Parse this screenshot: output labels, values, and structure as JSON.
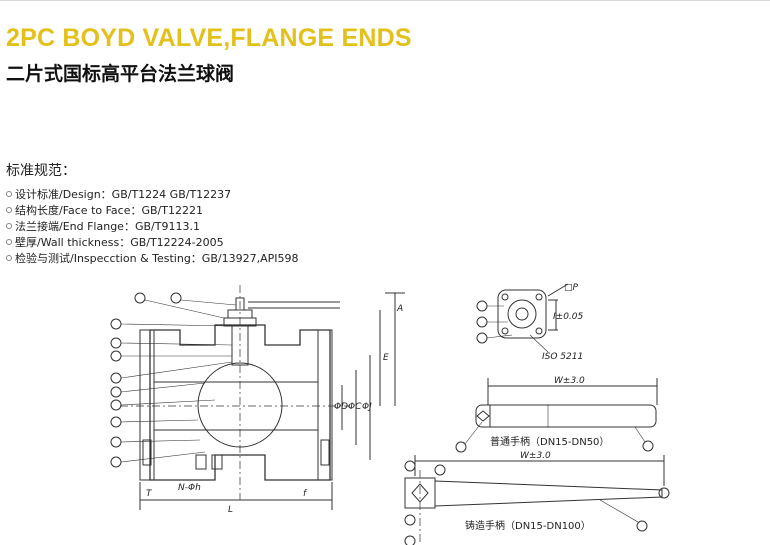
{
  "title_en": "2PC BOYD VALVE,FLANGE ENDS",
  "title_cn": "二片式国标高平台法兰球阀",
  "standards": {
    "heading": "标准规范：",
    "items": [
      "设计标准/Design：GB/T1224  GB/T12237",
      "结构长度/Face to Face：GB/T12221",
      "法兰接端/End Flange：GB/T9113.1",
      "壁厚/Wall thickness：GB/T12224-2005",
      "检验与测试/Inspecction & Testing：GB/13927,API598"
    ]
  },
  "colors": {
    "title_en": "#e3c01a",
    "title_cn": "#111111",
    "drawing_line": "#333333"
  },
  "drawing": {
    "main_view": {
      "dims": {
        "A": "A",
        "E": "E",
        "phi_d": "ΦD",
        "phi_c": "ΦC",
        "phi_j": "ΦJ",
        "t": "T",
        "f": "f",
        "l": "L",
        "n_phi_h": "N-Φh"
      }
    },
    "top_view": {
      "dims": {
        "p": "□P",
        "i": "I±0.05",
        "iso": "ISO 5211"
      }
    },
    "handle_normal": {
      "dim": "W±3.0",
      "caption": "普通手柄（DN15-DN50）"
    },
    "handle_cast": {
      "dim": "W±3.0",
      "caption": "铸造手柄（DN15-DN100）"
    }
  }
}
